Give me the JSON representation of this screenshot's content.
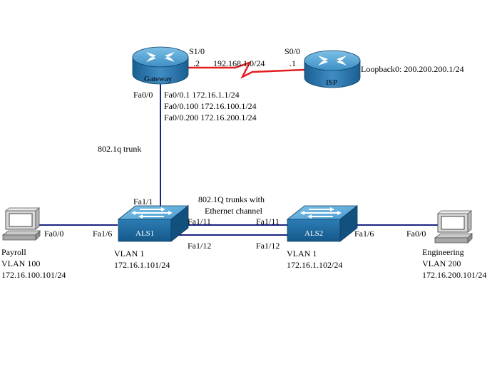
{
  "devices": {
    "gateway": {
      "label": "Gateway"
    },
    "isp": {
      "label": "ISP"
    },
    "als1": {
      "label": "ALS1"
    },
    "als2": {
      "label": "ALS2"
    },
    "payroll_pc": {
      "label": "Payroll"
    },
    "engineering_pc": {
      "label": "Engineering"
    }
  },
  "labels": {
    "gw_s1": "S1/0",
    "gw_s1_host": ".2",
    "serial_network": "192.168.1.0/24",
    "isp_s0": "S0/0",
    "isp_s0_host": ".1",
    "isp_loopback": "Loopback0: 200.200.200.1/24",
    "gw_fa00": "Fa0/0",
    "gw_sub1": "Fa0/0.1 172.16.1.1/24",
    "gw_sub100": "Fa0/0.100 172.16.100.1/24",
    "gw_sub200": "Fa0/0.200 172.16.200.1/24",
    "trunk_dot1q": "802.1q trunk",
    "als1_fa11": "Fa1/1",
    "trunks_etherchannel_1": "802.1Q trunks with",
    "trunks_etherchannel_2": "Ethernet channel",
    "als1_fa111": "Fa1/11",
    "als2_fa111": "Fa1/11",
    "als1_fa112": "Fa1/12",
    "als2_fa112": "Fa1/12",
    "als1_fa16": "Fa1/6",
    "als2_fa16": "Fa1/6",
    "payroll_fa00": "Fa0/0",
    "eng_fa00": "Fa0/0",
    "als1_vlan": "VLAN 1",
    "als1_ip": "172.16.1.101/24",
    "als2_vlan": "VLAN 1",
    "als2_ip": "172.16.1.102/24",
    "payroll_name": "Payroll",
    "payroll_vlan": "VLAN 100",
    "payroll_ip": "172.16.100.101/24",
    "eng_name": "Engineering",
    "eng_vlan": "VLAN 200",
    "eng_ip": "172.16.200.101/24"
  },
  "colors": {
    "link": "#1a237e",
    "serial": "#e41e1e",
    "router_top": "#5aa8d6",
    "router_side": "#1f6fa6",
    "switch_top": "#57a5d3",
    "switch_side": "#1d6aa0"
  }
}
